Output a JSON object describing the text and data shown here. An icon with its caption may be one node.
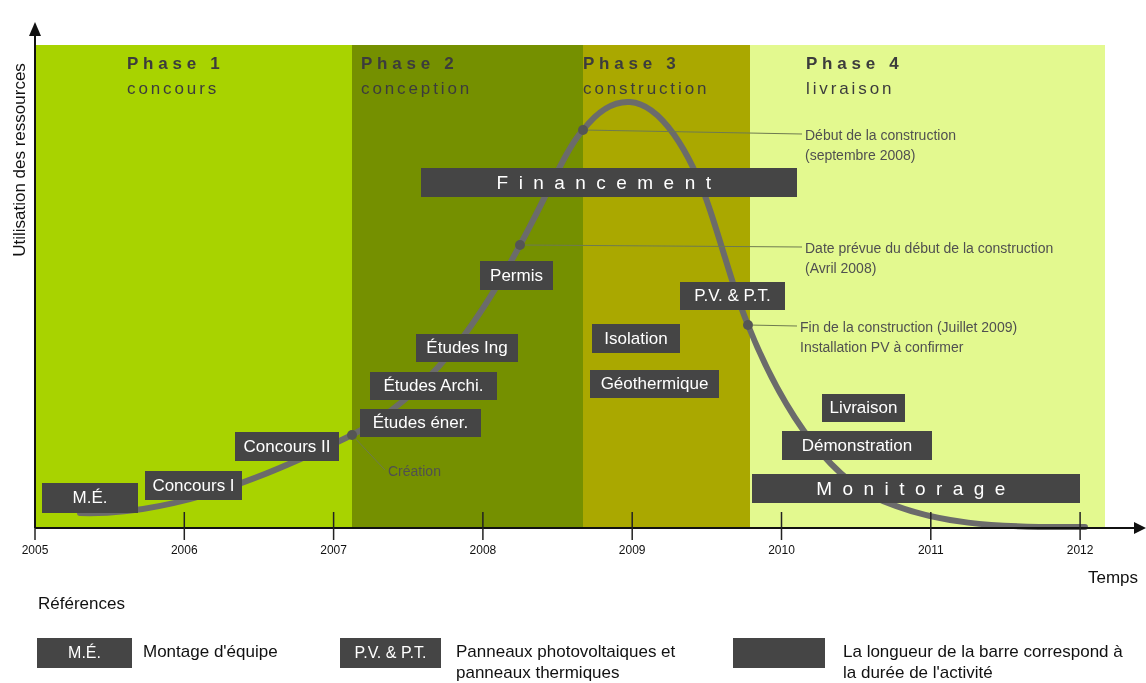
{
  "diagram": {
    "nodes": [
      {
        "text": [
          "Phase 1",
          "concours"
        ]
      },
      {
        "text": [
          "Phase 2",
          "conception"
        ]
      },
      {
        "text": [
          "Phase 3",
          "construction"
        ]
      },
      {
        "text": [
          "Phase 4",
          "livraison"
        ]
      },
      {
        "text": [
          "Début de la construction (septembre 2008)"
        ],
        "in": 3
      },
      {
        "text": [
          "Financement"
        ]
      },
      {
        "text": [
          "Date prévue du début de la construction (Avril 2008)"
        ],
        "in": 3
      },
      {
        "text": [
          "Permis"
        ],
        "in": 1
      },
      {
        "text": [
          "P.V. & P.T."
        ]
      },
      {
        "text": [
          "Fin de la construction (Juillet 2009) Installation PV à confirmer"
        ],
        "in": 3
      },
      {
        "text": [
          "Isolation"
        ],
        "in": 2
      },
      {
        "text": [
          "Études Ing"
        ],
        "in": 1
      },
      {
        "text": [
          "Géothermique"
        ],
        "in": 2
      },
      {
        "text": [
          "Études Archi."
        ],
        "in": 1
      },
      {
        "text": [
          "Livraison"
        ],
        "in": 3
      },
      {
        "text": [
          "Études éner."
        ],
        "in": 1
      },
      {
        "text": [
          "Concours II"
        ],
        "in": 0
      },
      {
        "text": [
          "Démonstration"
        ],
        "in": 3
      },
      {
        "text": [
          "Création"
        ],
        "in": 1
      },
      {
        "text": [
          "Concours I"
        ],
        "in": 0
      },
      {
        "text": [
          "Monitorage"
        ],
        "in": 3
      },
      {
        "text": [
          "M.É."
        ],
        "in": 0
      },
      {
        "text": [],
        "shape": "circle"
      },
      {
        "text": [],
        "shape": "circle",
        "in": 1
      },
      {
        "text": [],
        "shape": "circle"
      },
      {
        "text": [],
        "shape": "circle"
      }
    ],
    "edges": [
      {
        "from": 4,
        "to": 22,
        "arrow": "none"
      },
      {
        "from": 6,
        "to": 23,
        "arrow": "none"
      },
      {
        "from": 9,
        "to": 24,
        "arrow": "none"
      },
      {
        "from": 18,
        "to": 25,
        "arrow": "none"
      }
    ],
    "labels": [
      "2005",
      "2006",
      "2007",
      "2008",
      "2009",
      "2010",
      "2011",
      "2012",
      "Temps",
      "Utilisation des ressources",
      "Références",
      "M.É.",
      "P.V. & P.T."
    ],
    "legend": [
      {
        "text": "Montage d'équipe",
        "color": "#454545"
      },
      {
        "text": "Panneaux photovoltaiques et panneaux thermiques",
        "color": "#454545"
      },
      {
        "text": "La longueur de la barre correspond à la durée de l'activité",
        "color": "#454545"
      }
    ]
  }
}
